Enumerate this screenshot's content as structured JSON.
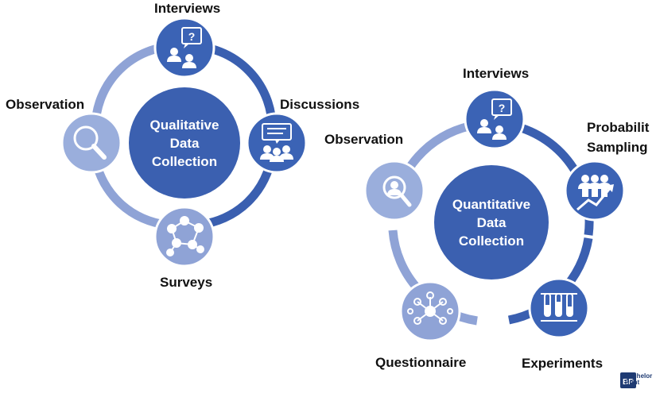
{
  "colors": {
    "ring_dark": "#3a5fb0",
    "ring_light": "#8fa3d6",
    "node_dark": "#3b63b5",
    "node_light": "#9aaedc",
    "center": "#3b60b0",
    "icon": "#ffffff",
    "brand": "#1f3b73"
  },
  "qualitative": {
    "center_lines": [
      "Qualitative",
      "Data",
      "Collection"
    ],
    "nodes": {
      "interviews": "Interviews",
      "discussions": "Discussions",
      "surveys": "Surveys",
      "observation": "Observation"
    }
  },
  "quantitative": {
    "center_lines": [
      "Quantitative",
      "Data",
      "Collection"
    ],
    "nodes": {
      "interviews": "Interviews",
      "probability_line1": "Probabilit",
      "probability_line2": "Sampling",
      "experiments": "Experiments",
      "questionnaire": "Questionnaire",
      "observation": "Observation"
    }
  },
  "brand": {
    "line1": "Bachelor",
    "line2": "Print",
    "icon": "bachelorprint-logo-icon"
  },
  "icons": {
    "interviews": "interview-people-icon",
    "discussions": "discussion-group-icon",
    "surveys": "survey-network-icon",
    "observation": "magnifier-icon",
    "probability": "sampling-growth-icon",
    "experiments": "test-tubes-icon",
    "questionnaire": "questionnaire-network-icon",
    "observation_person": "person-magnifier-icon"
  }
}
